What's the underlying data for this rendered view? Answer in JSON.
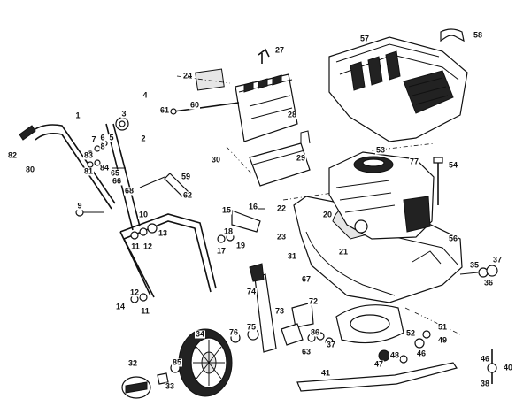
{
  "diagram": {
    "part_numbers": {
      "p1": "1",
      "p2": "2",
      "p3": "3",
      "p4": "4",
      "p5": "5",
      "p6": "6",
      "p7": "7",
      "p8": "8",
      "p9": "9",
      "p10": "10",
      "p11": "11",
      "p11b": "11",
      "p12": "12",
      "p12b": "12",
      "p13": "13",
      "p14": "14",
      "p15": "15",
      "p16": "16",
      "p17": "17",
      "p18": "18",
      "p19": "19",
      "p20": "20",
      "p21": "21",
      "p22": "22",
      "p23": "23",
      "p24": "24",
      "p27": "27",
      "p28": "28",
      "p29": "29",
      "p30": "30",
      "p31": "31",
      "p32": "32",
      "p33": "33",
      "p34": "34",
      "p35": "35",
      "p36": "36",
      "p37": "37",
      "p37b": "37",
      "p38": "38",
      "p40": "40",
      "p41": "41",
      "p46": "46",
      "p46b": "46",
      "p47": "47",
      "p48": "48",
      "p49": "49",
      "p51": "51",
      "p52": "52",
      "p53": "53",
      "p54": "54",
      "p56": "56",
      "p57": "57",
      "p58": "58",
      "p59": "59",
      "p60": "60",
      "p61": "61",
      "p62": "62",
      "p63": "63",
      "p65": "65",
      "p66": "66",
      "p67": "67",
      "p68": "68",
      "p72": "72",
      "p73": "73",
      "p74": "74",
      "p75": "75",
      "p76": "76",
      "p77": "77",
      "p80": "80",
      "p81": "81",
      "p82": "82",
      "p83": "83",
      "p84": "84",
      "p85": "85",
      "p86": "86"
    }
  }
}
